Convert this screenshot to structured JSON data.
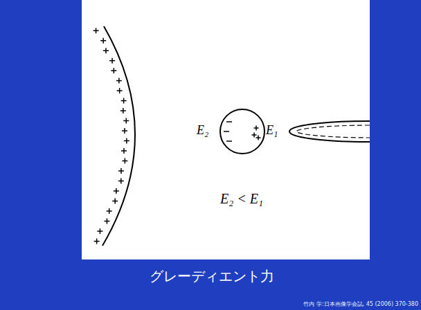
{
  "diagram": {
    "caption": "グレーディエント力",
    "labels": [
      "E₂",
      "E₁",
      "E₂ < E₁",
      "竹内 学:日本画像学会誌, 45 (2006) 370-380"
    ]
  }
}
